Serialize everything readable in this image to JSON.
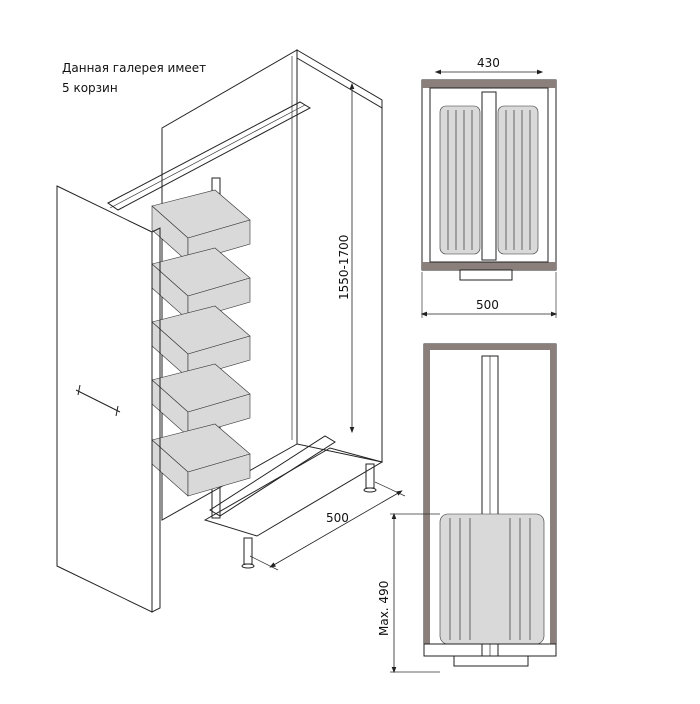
{
  "caption": {
    "line1": "Данная галерея имеет",
    "line2": "5 корзин"
  },
  "dimensions": {
    "height_range": "1550-1700",
    "depth_side": "500",
    "top_view_width": "430",
    "top_view_depth": "500",
    "max_height": "Max. 490"
  },
  "colors": {
    "line": "#222222",
    "panel_fill": "#ffffff",
    "basket_fill": "#d9d9d9",
    "frame_fill": "#8a7f7a"
  }
}
